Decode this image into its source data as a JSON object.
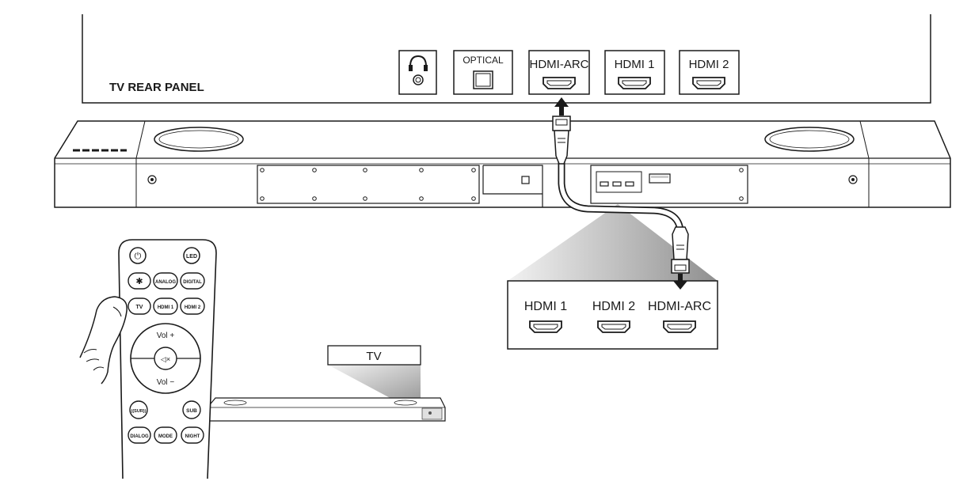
{
  "tv_panel": {
    "title": "TV REAR PANEL",
    "ports": {
      "headphone": "",
      "optical": "OPTICAL",
      "hdmi_arc": "HDMI-ARC",
      "hdmi1": "HDMI 1",
      "hdmi2": "HDMI 2"
    }
  },
  "soundbar_inset": {
    "ports": {
      "hdmi1": "HDMI 1",
      "hdmi2": "HDMI 2",
      "hdmi_arc": "HDMI-ARC"
    }
  },
  "remote": {
    "buttons": {
      "power": "⏻",
      "led": "LED",
      "bluetooth": "✱",
      "analog": "ANALOG",
      "digital": "DIGITAL",
      "tv": "TV",
      "hdmi1": "HDMI 1",
      "hdmi2": "HDMI 2",
      "vol_up": "Vol +",
      "mute": "◁×",
      "vol_down": "Vol −",
      "surround": "((SUR))",
      "sub": "SUB",
      "dialog": "DIALOG",
      "mode": "MODE",
      "night": "NIGHT"
    }
  },
  "tv_label": "TV",
  "colors": {
    "line": "#1a1a1a",
    "gray_light": "#e6e6e6",
    "gray_dark": "#8a8a8a"
  },
  "icons": [
    "headphone-icon",
    "optical-port-icon",
    "hdmi-port-icon",
    "hdmi-plug-icon",
    "arrow-up-icon",
    "arrow-down-icon",
    "hand-icon"
  ]
}
